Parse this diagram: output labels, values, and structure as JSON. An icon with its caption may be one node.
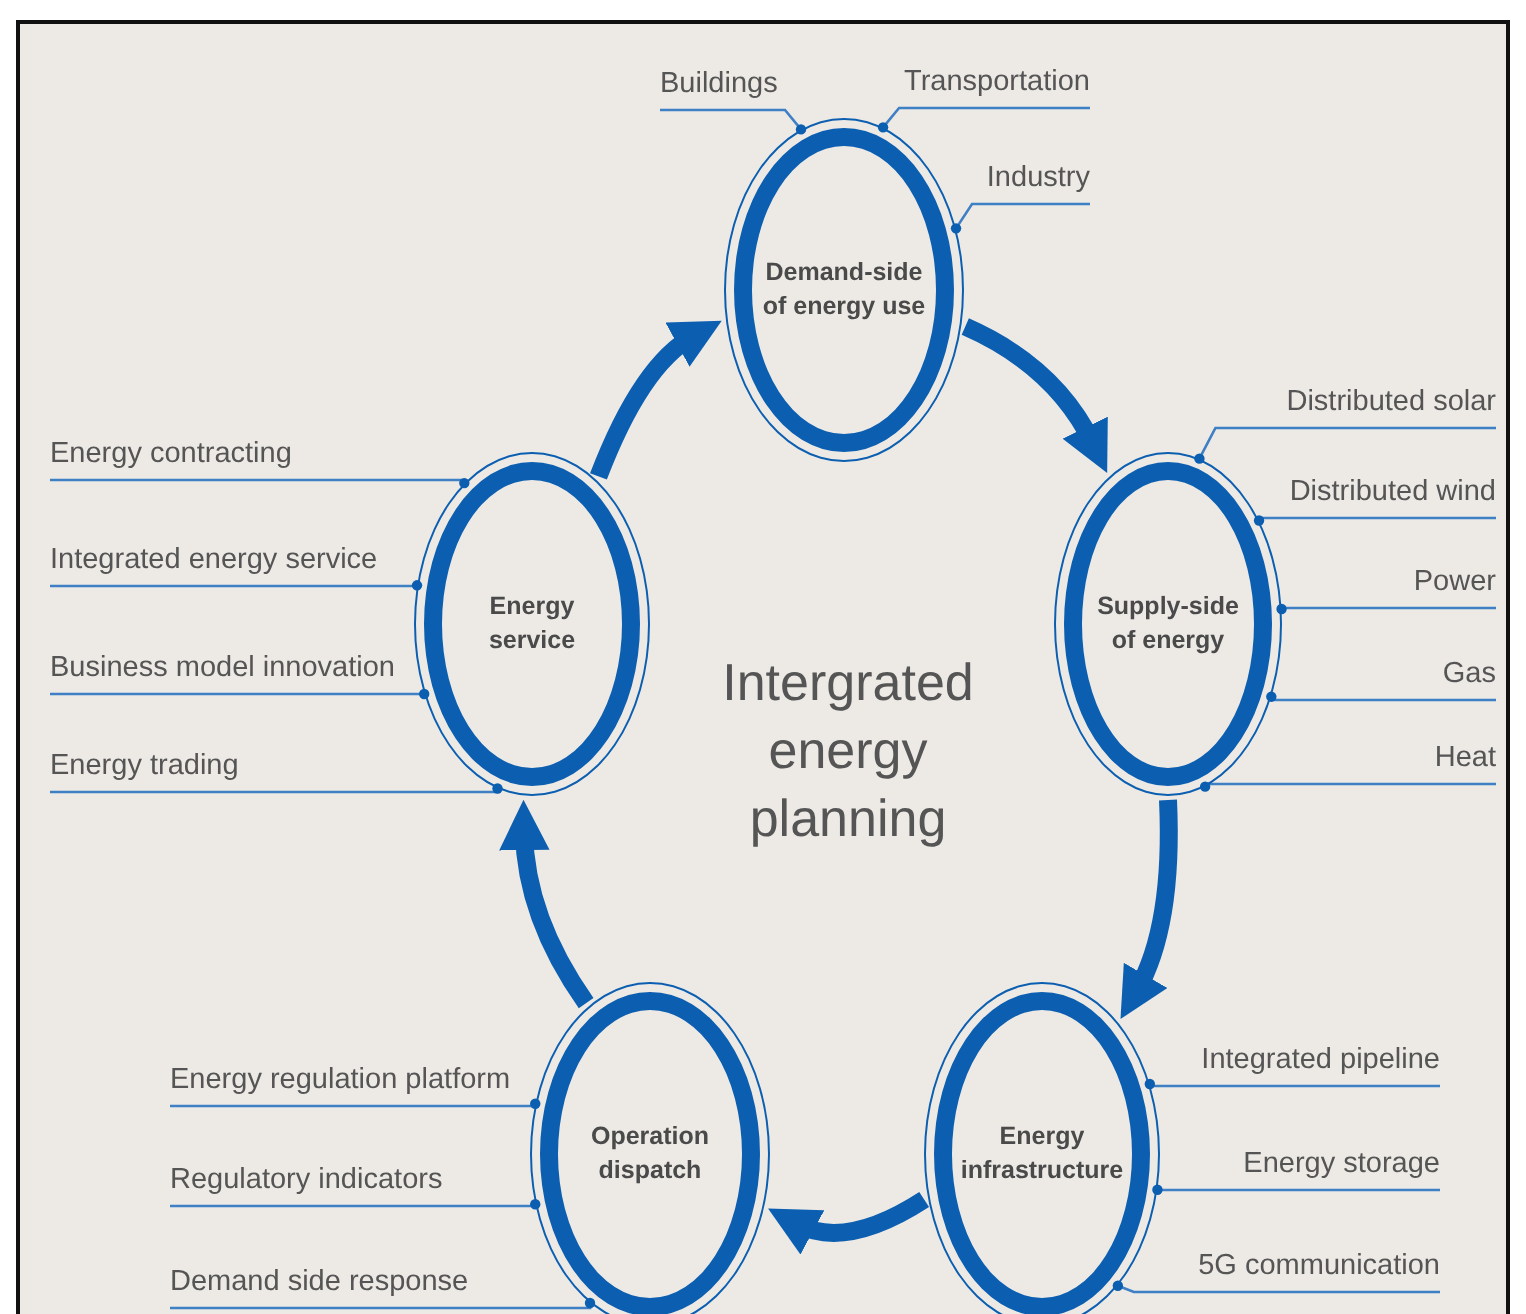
{
  "diagram": {
    "title": "Intergrated energy planning",
    "nodes": [
      {
        "text": [
          "Demand-side of energy use"
        ]
      },
      {
        "text": [
          "Buildings"
        ]
      },
      {
        "text": [
          "Transportation"
        ]
      },
      {
        "text": [
          "Industry"
        ]
      },
      {
        "text": [
          "Energy service"
        ]
      },
      {
        "text": [
          "Energy contracting"
        ]
      },
      {
        "text": [
          "Integrated energy service"
        ]
      },
      {
        "text": [
          "Business model innovation"
        ]
      },
      {
        "text": [
          "Energy trading"
        ]
      },
      {
        "text": [
          "Supply-side of energy"
        ]
      },
      {
        "text": [
          "Distributed solar"
        ]
      },
      {
        "text": [
          "Distributed wind"
        ]
      },
      {
        "text": [
          "Power"
        ]
      },
      {
        "text": [
          "Gas"
        ]
      },
      {
        "text": [
          "Heat"
        ]
      },
      {
        "text": [
          "Operation dispatch"
        ]
      },
      {
        "text": [
          "Energy regulation platform"
        ]
      },
      {
        "text": [
          "Regulatory indicators"
        ]
      },
      {
        "text": [
          "Demand side response"
        ]
      },
      {
        "text": [
          "Energy infrastructure"
        ]
      },
      {
        "text": [
          "Integrated pipeline"
        ]
      },
      {
        "text": [
          "Energy storage"
        ]
      },
      {
        "text": [
          "5G communication"
        ]
      }
    ],
    "edges": [
      {
        "from": 0,
        "to": 9,
        "arrow": "to",
        "style": "thick"
      },
      {
        "from": 9,
        "to": 19,
        "arrow": "to",
        "style": "thick"
      },
      {
        "from": 19,
        "to": 15,
        "arrow": "to",
        "style": "thick"
      },
      {
        "from": 15,
        "to": 4,
        "arrow": "to",
        "style": "thick"
      },
      {
        "from": 4,
        "to": 0,
        "arrow": "to",
        "style": "thick"
      },
      {
        "from": 1,
        "to": 0,
        "arrow": "other"
      },
      {
        "from": 2,
        "to": 0,
        "arrow": "other"
      },
      {
        "from": 3,
        "to": 0,
        "arrow": "other"
      },
      {
        "from": 5,
        "to": 4,
        "arrow": "other"
      },
      {
        "from": 6,
        "to": 4,
        "arrow": "other"
      },
      {
        "from": 7,
        "to": 4,
        "arrow": "other"
      },
      {
        "from": 8,
        "to": 4,
        "arrow": "other"
      },
      {
        "from": 10,
        "to": 9,
        "arrow": "other"
      },
      {
        "from": 11,
        "to": 9,
        "arrow": "other"
      },
      {
        "from": 12,
        "to": 9,
        "arrow": "other"
      },
      {
        "from": 13,
        "to": 9,
        "arrow": "other"
      },
      {
        "from": 14,
        "to": 9,
        "arrow": "other"
      },
      {
        "from": 16,
        "to": 15,
        "arrow": "other"
      },
      {
        "from": 17,
        "to": 15,
        "arrow": "other"
      },
      {
        "from": 18,
        "to": 15,
        "arrow": "other"
      },
      {
        "from": 20,
        "to": 19,
        "arrow": "other"
      },
      {
        "from": 21,
        "to": 19,
        "arrow": "other"
      },
      {
        "from": 22,
        "to": 19,
        "arrow": "other"
      }
    ]
  }
}
